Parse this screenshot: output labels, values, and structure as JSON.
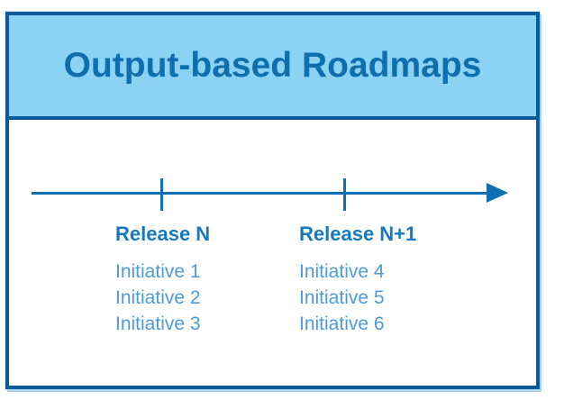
{
  "title": "Output-based Roadmaps",
  "timeline": {
    "releases": [
      {
        "label": "Release N",
        "initiatives": [
          "Initiative 1",
          "Initiative 2",
          "Initiative 3"
        ]
      },
      {
        "label": "Release N+1",
        "initiatives": [
          "Initiative 4",
          "Initiative 5",
          "Initiative 6"
        ]
      }
    ]
  },
  "colors": {
    "header_fill": "#8AD3F4",
    "border": "#0B5A9A",
    "title_text": "#0F6EAD",
    "arrow": "#0E6FB2",
    "release_label": "#1679C0",
    "initiative_text": "#4F9BD7",
    "halo": "#A9D2EC",
    "background": "#FFFFFF"
  }
}
